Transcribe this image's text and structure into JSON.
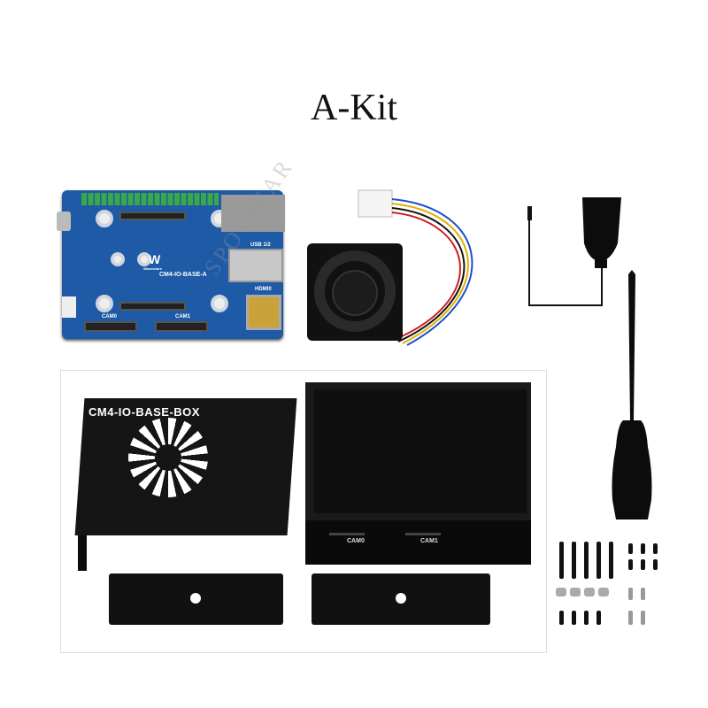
{
  "title": "A-Kit",
  "board": {
    "model_label": "CM4-IO-BASE-A",
    "brand_label": "Waveshare",
    "usb_label": "USB 1/2",
    "hdmi_label": "HDMI0",
    "cam0_label": "CAM0",
    "cam1_label": "CAM1",
    "color": "#1f5aa6"
  },
  "case": {
    "lid_label": "CM4-IO-BASE-BOX",
    "cam0_label": "CAM0",
    "cam1_label": "CAM1"
  },
  "watermark": "SPOTPEAR"
}
